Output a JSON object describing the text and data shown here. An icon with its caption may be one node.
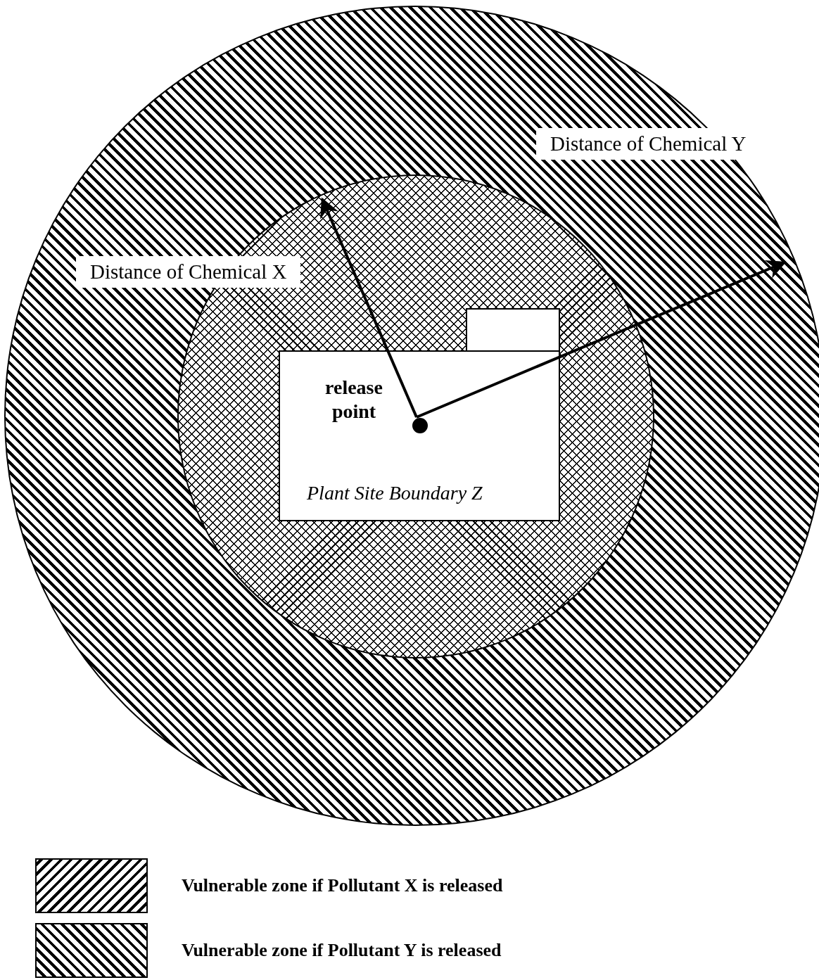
{
  "diagram": {
    "nodes": [
      {
        "text": [],
        "shape": "circle"
      },
      {
        "text": [],
        "shape": "circle",
        "in": 0
      },
      {
        "text": [
          "Plant Site Boundary Z"
        ],
        "in": 1
      },
      {
        "text": [],
        "shape": "box",
        "in": 1
      },
      {
        "text": [],
        "shape": "circle",
        "in": 2,
        "beside": [
          "release point"
        ]
      }
    ],
    "labels": [
      "Distance of Chemical Y",
      "Distance of Chemical X"
    ],
    "legend": [
      {
        "text": "Vulnerable zone if Pollutant X is released"
      },
      {
        "text": "Vulnerable zone if Pollutant Y is released"
      }
    ]
  }
}
